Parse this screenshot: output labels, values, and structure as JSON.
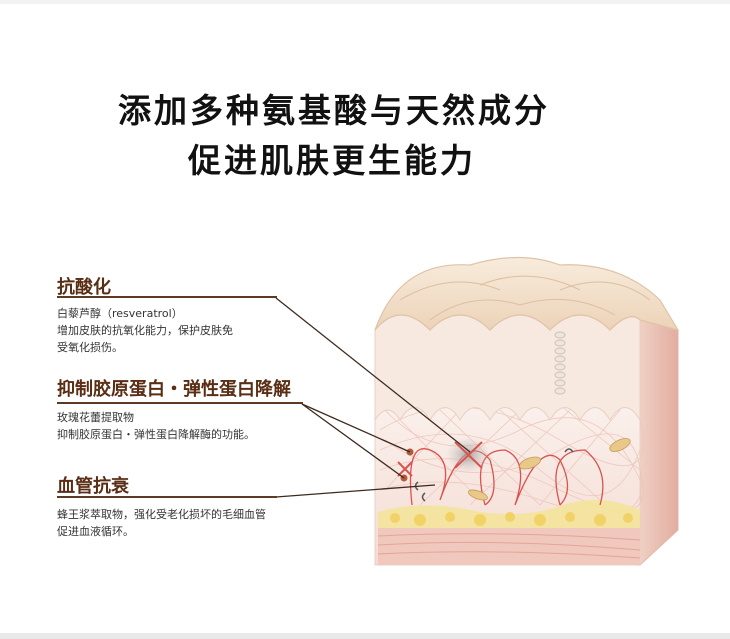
{
  "headline": {
    "line1": "添加多种氨基酸与天然成分",
    "line2": "促进肌肤更生能力"
  },
  "features": [
    {
      "title": "抗酸化",
      "desc_lines": [
        "白藜芦醇（resveratrol）",
        "增加皮肤的抗氧化能力，保护皮肤免",
        "受氧化损伤。"
      ]
    },
    {
      "title": "抑制胶原蛋白・弹性蛋白降解",
      "desc_lines": [
        "玫瑰花蕾提取物",
        "抑制胶原蛋白・弹性蛋白降解酶的功能。"
      ]
    },
    {
      "title": "血管抗衰",
      "desc_lines": [
        "蜂王浆萃取物，强化受老化损坏的毛细血管",
        "促进血液循环。"
      ]
    }
  ],
  "colors": {
    "title_brown": "#5a2e14",
    "rule_brown": "#5c3a24",
    "skin_top": "#f3e2cf",
    "skin_mid": "#f6e6e0",
    "vessel_red": "#d9534f",
    "fat_yellow": "#f1dc78",
    "muscle_pink": "#e8b4a8"
  }
}
